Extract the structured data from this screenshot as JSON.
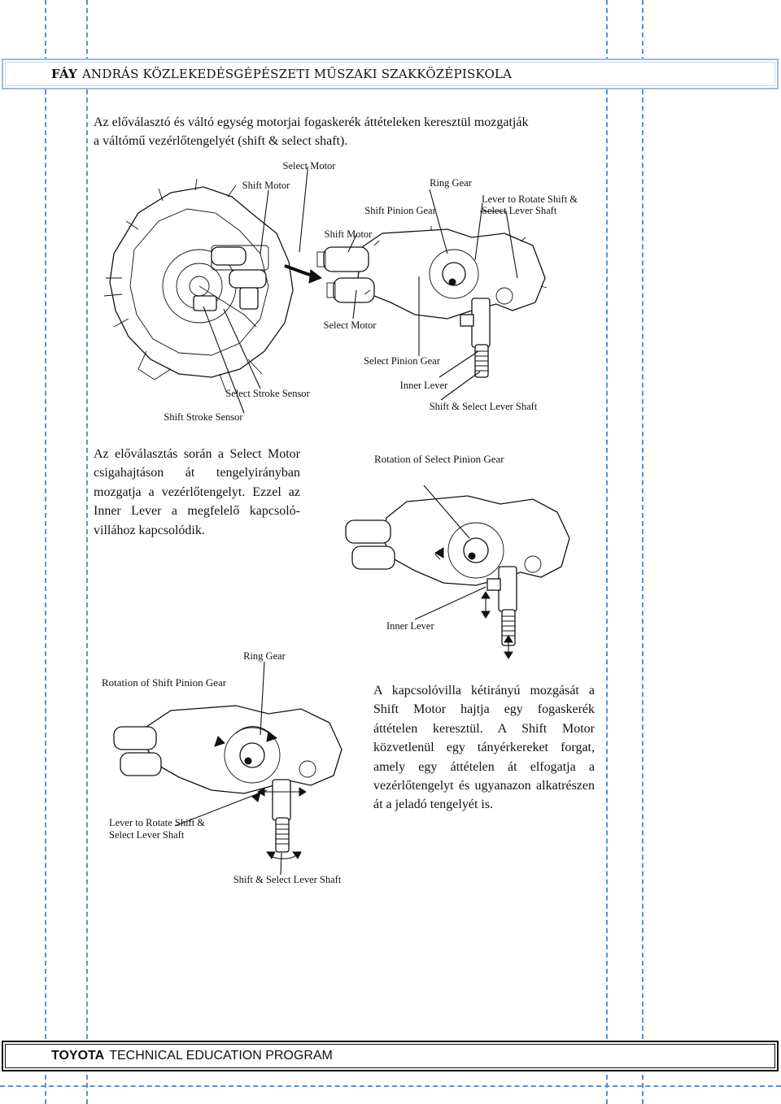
{
  "header": {
    "bold": "FÁY",
    "rest": "ANDRÁS KÖZLEKEDÉSGÉPÉSZETI MŰSZAKI SZAKKÖZÉPISKOLA"
  },
  "intro_lines": [
    "Az előválasztó és váltó egység motorjai fogaskerék áttételeken keresztül mozgatják",
    "a váltómű vezérlőtengelyét (shift & select shaft)."
  ],
  "figure1": {
    "labels": {
      "select_motor_top": "Select Motor",
      "shift_motor_left": "Shift Motor",
      "ring_gear": "Ring Gear",
      "lever_rotate_1": "Lever to Rotate Shift &",
      "lever_rotate_2": "Select Lever Shaft",
      "shift_pinion_gear": "Shift Pinion Gear",
      "shift_motor_right": "Shift Motor",
      "select_motor_right": "Select Motor",
      "select_pinion_gear": "Select Pinion Gear",
      "inner_lever": "Inner Lever",
      "shift_select_lever_shaft": "Shift & Select Lever Shaft",
      "select_stroke_sensor": "Select Stroke Sensor",
      "shift_stroke_sensor": "Shift Stroke Sensor"
    }
  },
  "paragraph2": "Az előválasztás során a Select Motor csigahajtáson át tengelyirányban mozgatja a vezérlőtengelyt. Ezzel az Inner Lever a megfelelő kapcsoló-villához kapcsolódik.",
  "figure2": {
    "labels": {
      "title": "Rotation of Select Pinion Gear",
      "inner_lever": "Inner Lever"
    }
  },
  "figure3": {
    "labels": {
      "ring_gear": "Ring Gear",
      "title": "Rotation of Shift Pinion Gear",
      "lever_rotate_1": "Lever to Rotate Shift &",
      "lever_rotate_2": "Select Lever Shaft",
      "shift_select_lever_shaft": "Shift & Select Lever Shaft"
    }
  },
  "paragraph3": "A kapcsolóvilla kétirányú mozgását a Shift Motor hajtja egy fogaskerék áttételen keresztül. A Shift Motor közvetlenül egy tányérkereket forgat, amely egy áttételen át elfogatja a vezérlőtengelyt és ugyanazon alkatrészen át a jeladó tengelyét is.",
  "footer": {
    "bold": "TOYOTA",
    "rest": "TECHNICAL EDUCATION PROGRAM"
  },
  "colors": {
    "guide_lines": "#5b8fd6",
    "header_border": "#9bbbe6",
    "footer_border": "#111111"
  }
}
